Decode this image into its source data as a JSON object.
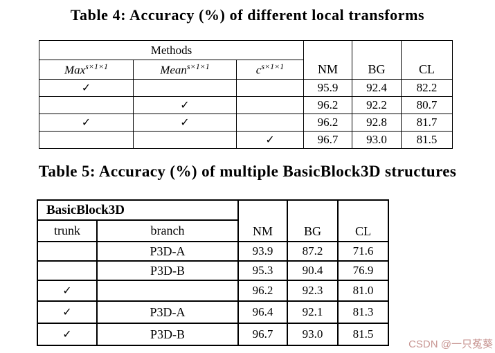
{
  "table4": {
    "caption": "Table 4: Accuracy (%) of different local transforms",
    "header": {
      "methods_label": "Methods",
      "method_cols": [
        {
          "base": "Max",
          "sup": "s×1×1"
        },
        {
          "base": "Mean",
          "sup": "s×1×1"
        },
        {
          "base": "c",
          "sup": "s×1×1"
        }
      ],
      "metric_cols": [
        "NM",
        "BG",
        "CL"
      ]
    },
    "rows": [
      {
        "max": "✓",
        "mean": "",
        "c": "",
        "nm": "95.9",
        "bg": "92.4",
        "cl": "82.2"
      },
      {
        "max": "",
        "mean": "✓",
        "c": "",
        "nm": "96.2",
        "bg": "92.2",
        "cl": "80.7"
      },
      {
        "max": "✓",
        "mean": "✓",
        "c": "",
        "nm": "96.2",
        "bg": "92.8",
        "cl": "81.7"
      },
      {
        "max": "",
        "mean": "",
        "c": "✓",
        "nm": "96.7",
        "bg": "93.0",
        "cl": "81.5"
      }
    ]
  },
  "table5": {
    "caption": "Table 5: Accuracy (%) of multiple BasicBlock3D structures",
    "header": {
      "group_label": "BasicBlock3D",
      "trunk_label": "trunk",
      "branch_label": "branch",
      "metric_cols": [
        "NM",
        "BG",
        "CL"
      ]
    },
    "rows": [
      {
        "trunk": "",
        "branch": "P3D-A",
        "nm": "93.9",
        "bg": "87.2",
        "cl": "71.6"
      },
      {
        "trunk": "",
        "branch": "P3D-B",
        "nm": "95.3",
        "bg": "90.4",
        "cl": "76.9"
      },
      {
        "trunk": "✓",
        "branch": "",
        "nm": "96.2",
        "bg": "92.3",
        "cl": "81.0"
      },
      {
        "trunk": "✓",
        "branch": "P3D-A",
        "nm": "96.4",
        "bg": "92.1",
        "cl": "81.3"
      },
      {
        "trunk": "✓",
        "branch": "P3D-B",
        "nm": "96.7",
        "bg": "93.0",
        "cl": "81.5"
      }
    ]
  },
  "watermark": {
    "text": "CSDN @一只菟葵",
    "color": "#c89693"
  }
}
